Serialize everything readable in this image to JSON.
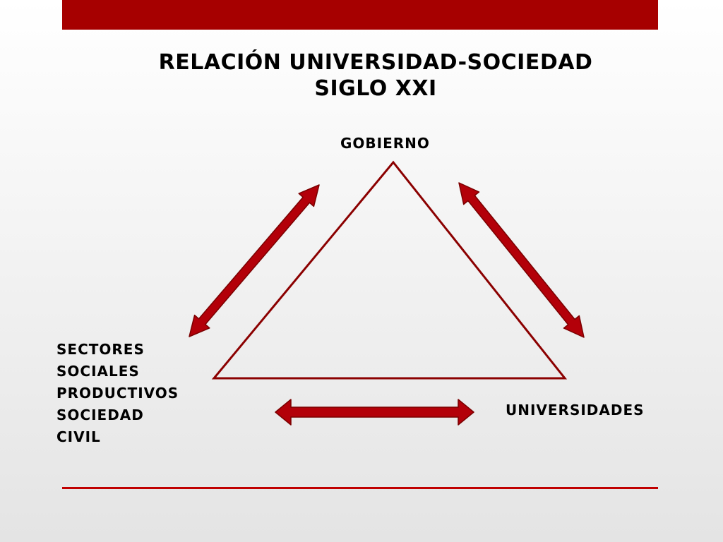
{
  "slide": {
    "title_lines": [
      "RELACIÓN UNIVERSIDAD-SOCIEDAD",
      "SIGLO XXI"
    ]
  },
  "diagram": {
    "nodes": {
      "gobierno": "GOBIERNO",
      "universidades": "UNIVERSIDADES",
      "sectores_lines": [
        "SECTORES",
        "SOCIALES",
        "PRODUCTIVOS",
        "SOCIEDAD",
        "CIVIL"
      ]
    },
    "colors": {
      "accent": "#a60000",
      "arrow_fill": "#b30009",
      "triangle_stroke": "#8b0000"
    }
  }
}
